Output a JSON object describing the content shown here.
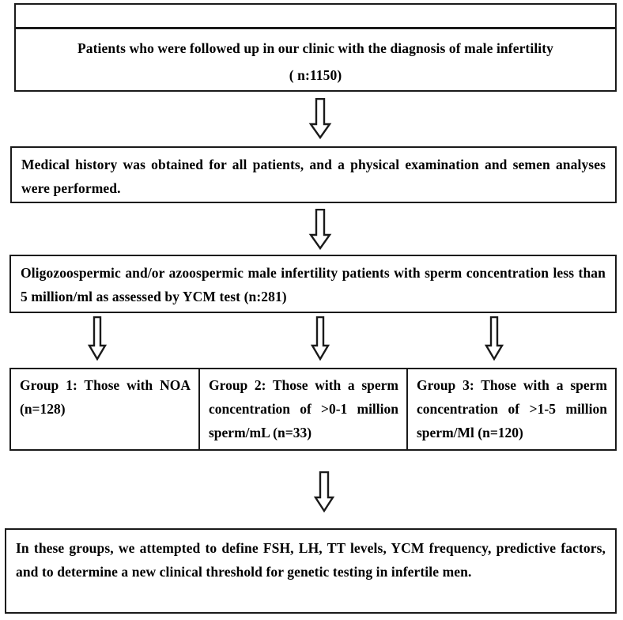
{
  "diagram": {
    "title": "Study flow diagram of male infertility patient selection",
    "type": "flowchart",
    "orientation": "top-to-bottom",
    "line_color": "#1a1a1a",
    "background_color": "#ffffff"
  },
  "nodes": {
    "spacer_top": {
      "label": ""
    },
    "cohort": {
      "line1": "Patients who were followed up in our clinic with the diagnosis of male infertility",
      "line2": "( n:1150)",
      "n": 1150
    },
    "methods": {
      "text": "Medical history was obtained for all patients, and a physical examination and semen analyses were performed."
    },
    "inclusion": {
      "text": "Oligozoospermic and/or azoospermic male infertility patients with sperm concentration less than 5 million/ml as assessed by YCM test (n:281)",
      "n": 281
    },
    "outcome": {
      "text": "In these groups, we attempted to define FSH, LH, TT levels, YCM frequency, predictive factors, and to determine a new clinical threshold for genetic testing in infertile men."
    }
  },
  "groups": [
    {
      "name": "group-1",
      "text": "Group 1: Those with NOA (n=128)",
      "n": 128
    },
    {
      "name": "group-2",
      "text": "Group 2: Those with a sperm concentration of >0-1 million sperm/mL (n=33)",
      "n": 33
    },
    {
      "name": "group-3",
      "text": "Group 3: Those with a sperm concentration of >1-5 million sperm/Ml (n=120)",
      "n": 120
    }
  ],
  "connectors": [
    {
      "name": "arrow-cohort-to-methods",
      "icon": "down-block-arrow-icon",
      "from": "cohort",
      "to": "methods"
    },
    {
      "name": "arrow-methods-to-inclusion",
      "icon": "down-block-arrow-icon",
      "from": "methods",
      "to": "inclusion"
    },
    {
      "name": "arrow-branch-1",
      "icon": "down-block-arrow-icon",
      "from": "inclusion",
      "to": "group-1"
    },
    {
      "name": "arrow-branch-2",
      "icon": "down-block-arrow-icon",
      "from": "inclusion",
      "to": "group-2"
    },
    {
      "name": "arrow-branch-3",
      "icon": "down-block-arrow-icon",
      "from": "inclusion",
      "to": "group-3"
    },
    {
      "name": "arrow-groups-to-outcome",
      "icon": "down-block-arrow-icon",
      "from": "groups",
      "to": "outcome"
    }
  ]
}
